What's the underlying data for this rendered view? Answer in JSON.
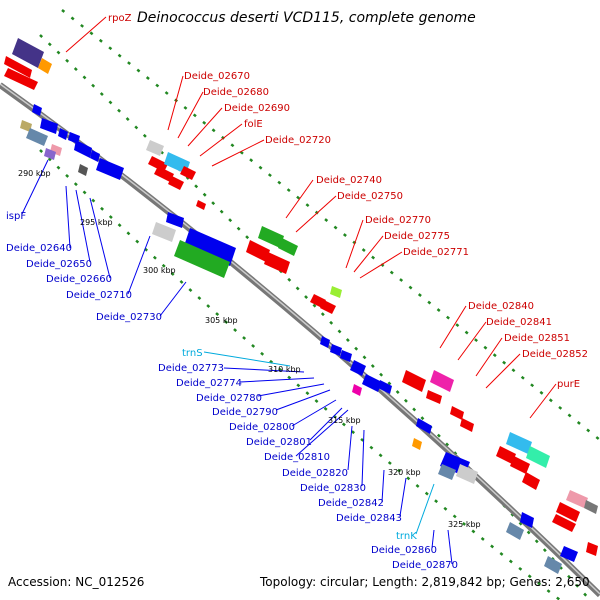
{
  "header": {
    "gene_label": "rpoZ",
    "title": "Deinococcus deserti VCD115, complete genome"
  },
  "footer": {
    "accession": "Accession: NC_012526",
    "topology": "Topology: circular; Length: 2,819,842 bp; Genes: 2,650"
  },
  "ticks": [
    "290 kbp",
    "295 kbp",
    "300 kbp",
    "305 kbp",
    "310 kbp",
    "315 kbp",
    "320 kbp",
    "325 kbp"
  ],
  "red_labels": [
    "Deide_02670",
    "Deide_02680",
    "Deide_02690",
    "folE",
    "Deide_02720",
    "Deide_02740",
    "Deide_02750",
    "Deide_02770",
    "Deide_02775",
    "Deide_02771",
    "Deide_02840",
    "Deide_02841",
    "Deide_02851",
    "Deide_02852",
    "purE"
  ],
  "blue_labels": [
    "ispF",
    "Deide_02640",
    "Deide_02650",
    "Deide_02660",
    "Deide_02710",
    "Deide_02730",
    "Deide_02773",
    "Deide_02774",
    "Deide_02780",
    "Deide_02790",
    "Deide_02800",
    "Deide_02801",
    "Deide_02810",
    "Deide_02820",
    "Deide_02830",
    "Deide_02842",
    "Deide_02843",
    "Deide_02860",
    "Deide_02870"
  ],
  "cyan_labels": [
    "trnS",
    "trnK"
  ],
  "colors": {
    "forward": "#ee0000",
    "reverse": "#0000ee",
    "backbone": "#888888",
    "dots": "#228822",
    "red_label": "#cc0000",
    "blue_label": "#0000cc",
    "cyan_label": "#00aadd"
  }
}
